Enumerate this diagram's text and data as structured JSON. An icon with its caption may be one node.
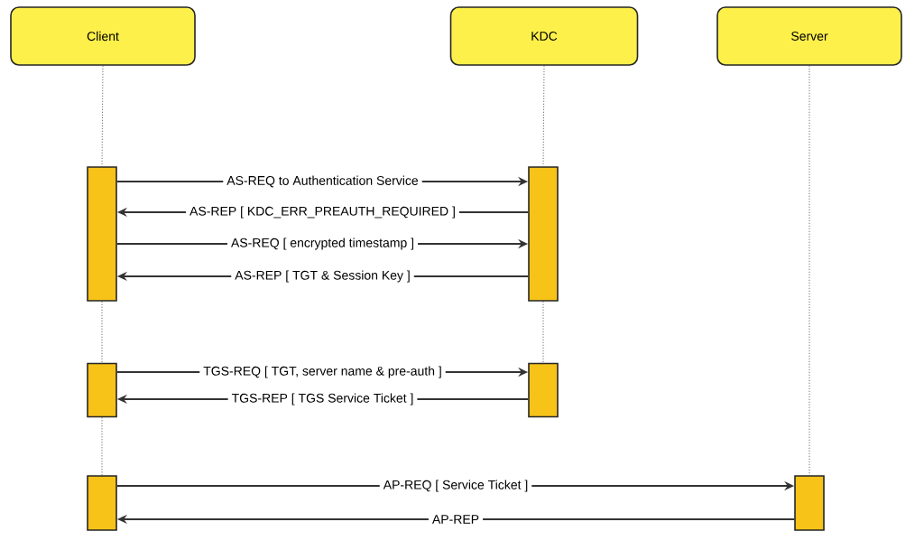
{
  "diagram": {
    "nodes": [
      {
        "text": [
          "Client"
        ]
      },
      {
        "text": [
          "KDC"
        ]
      },
      {
        "text": [
          "Server"
        ]
      },
      {
        "text": [],
        "shape": "bar"
      },
      {
        "text": [],
        "shape": "bar"
      },
      {
        "text": [],
        "shape": "bar"
      },
      {
        "text": [],
        "shape": "bar"
      },
      {
        "text": [],
        "shape": "bar"
      },
      {
        "text": [],
        "shape": "bar"
      }
    ],
    "edges": [
      {
        "from": 3,
        "to": 4,
        "arrow": "to",
        "label": "AS-REQ to Authentication Service"
      },
      {
        "from": 4,
        "to": 3,
        "arrow": "to",
        "label": "AS-REP [ KDC_ERR_PREAUTH_REQUIRED ]"
      },
      {
        "from": 3,
        "to": 4,
        "arrow": "to",
        "label": "AS-REQ [ encrypted timestamp ]"
      },
      {
        "from": 4,
        "to": 3,
        "arrow": "to",
        "label": "AS-REP [ TGT & Session Key ]"
      },
      {
        "from": 5,
        "to": 6,
        "arrow": "to",
        "label": "TGS-REQ [ TGT, server name & pre-auth ]"
      },
      {
        "from": 6,
        "to": 5,
        "arrow": "to",
        "label": "TGS-REP [ TGS Service Ticket ]"
      },
      {
        "from": 7,
        "to": 8,
        "arrow": "to",
        "label": "AP-REQ [ Service Ticket ]"
      },
      {
        "from": 8,
        "to": 7,
        "arrow": "to",
        "label": "AP-REP"
      },
      {
        "from": 0,
        "to": 3,
        "arrow": "none",
        "style": "dashed"
      },
      {
        "from": 3,
        "to": 5,
        "arrow": "none",
        "style": "dashed"
      },
      {
        "from": 5,
        "to": 7,
        "arrow": "none",
        "style": "dashed"
      },
      {
        "from": 1,
        "to": 4,
        "arrow": "none",
        "style": "dashed"
      },
      {
        "from": 4,
        "to": 6,
        "arrow": "none",
        "style": "dashed"
      },
      {
        "from": 2,
        "to": 8,
        "arrow": "none",
        "style": "dashed"
      }
    ]
  }
}
